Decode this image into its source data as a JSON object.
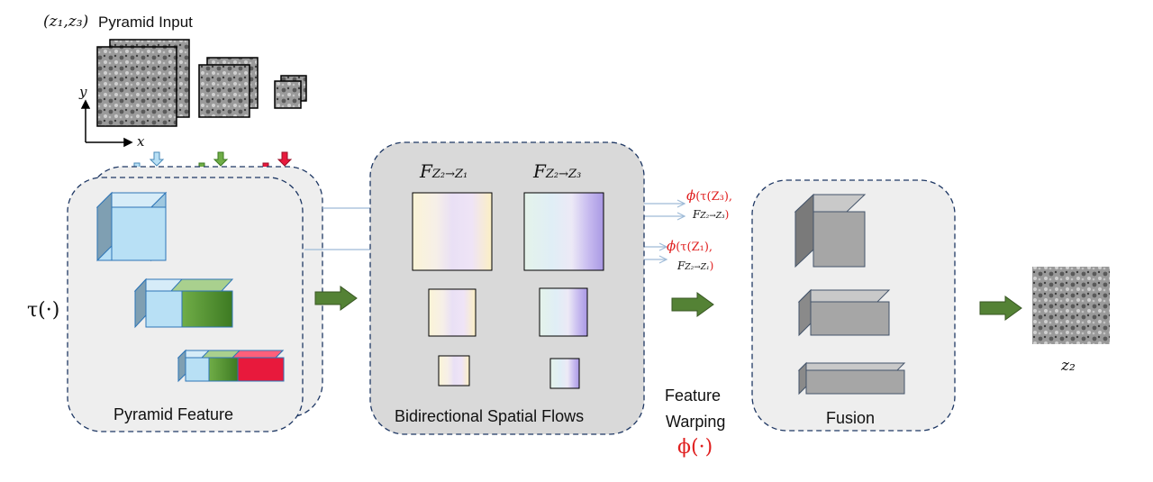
{
  "input": {
    "title": "Pyramid Input",
    "subtitle_vars": "(z₁,z₃)",
    "axis_y": "y",
    "axis_x": "x"
  },
  "tau": {
    "label": "τ(·)"
  },
  "pyramid_feature": {
    "title": "Pyramid Feature"
  },
  "flows": {
    "title": "Bidirectional Spatial Flows",
    "flow_left_label": "F",
    "flow_left_sub": "Z₂→Z₁",
    "flow_right_label": "F",
    "flow_right_sub": "Z₂→Z₃"
  },
  "warp": {
    "eq1_phi": "ϕ",
    "eq1_arg": "(τ(Z₃),",
    "eq1_f": "F",
    "eq1_fsub": "Z₂→Z₃",
    "eq1_close": ")",
    "eq2_phi": "ϕ",
    "eq2_arg": "(τ(Z₁),",
    "eq2_f": "F",
    "eq2_fsub": "Z₂→Z₁",
    "eq2_close": ")",
    "label_line1": "Feature",
    "label_line2": "Warping",
    "label_fn": "ϕ(·)"
  },
  "fusion": {
    "title": "Fusion"
  },
  "output": {
    "label": "z₂"
  },
  "colors": {
    "panel_fill": "#eeeeee",
    "flow_panel_fill": "#d9d9d9",
    "panel_border": "#1f3864",
    "cube_blue": "#b8e0f5",
    "cube_green": "#70ad47",
    "cube_red": "#e8193c",
    "cube_gray": "#a6a6a6",
    "arrow_green": "#548235",
    "accent_red": "#e02020"
  }
}
